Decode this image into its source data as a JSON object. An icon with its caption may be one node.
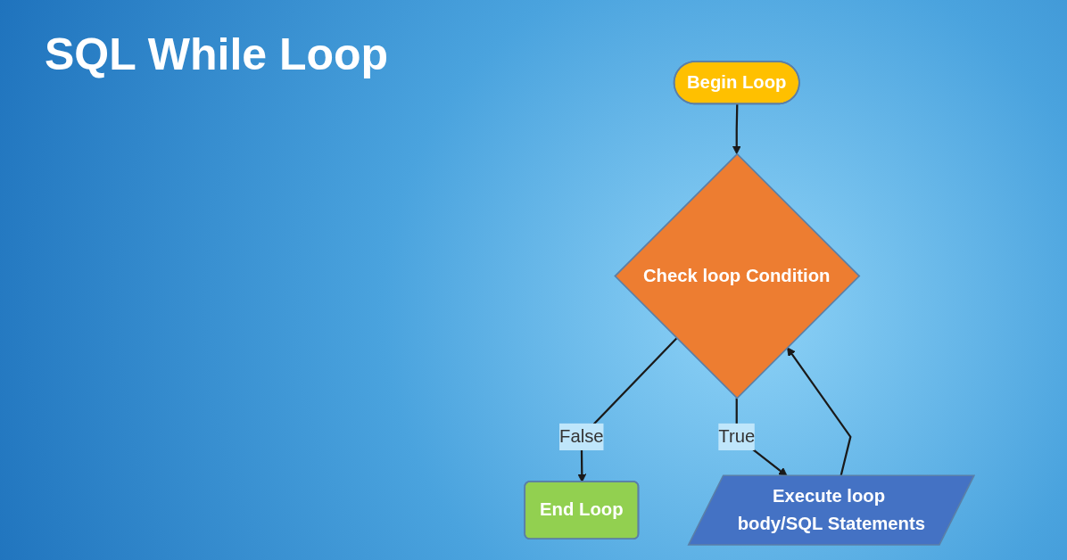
{
  "diagram": {
    "title": "SQL While Loop",
    "nodes": [
      {
        "text": [
          "Begin Loop"
        ]
      },
      {
        "text": [
          "Check loop Condition"
        ]
      },
      {
        "text": [
          "End Loop"
        ]
      },
      {
        "text": [
          "Execute loop body/SQL Statements"
        ]
      }
    ],
    "edges": [
      {
        "from": 0,
        "to": 1,
        "arrow": "to"
      },
      {
        "from": 1,
        "to": 2,
        "label": "False",
        "arrow": "to"
      },
      {
        "from": 1,
        "to": 3,
        "label": "True",
        "arrow": "to"
      },
      {
        "from": 3,
        "to": 1,
        "arrow": "to"
      }
    ]
  }
}
